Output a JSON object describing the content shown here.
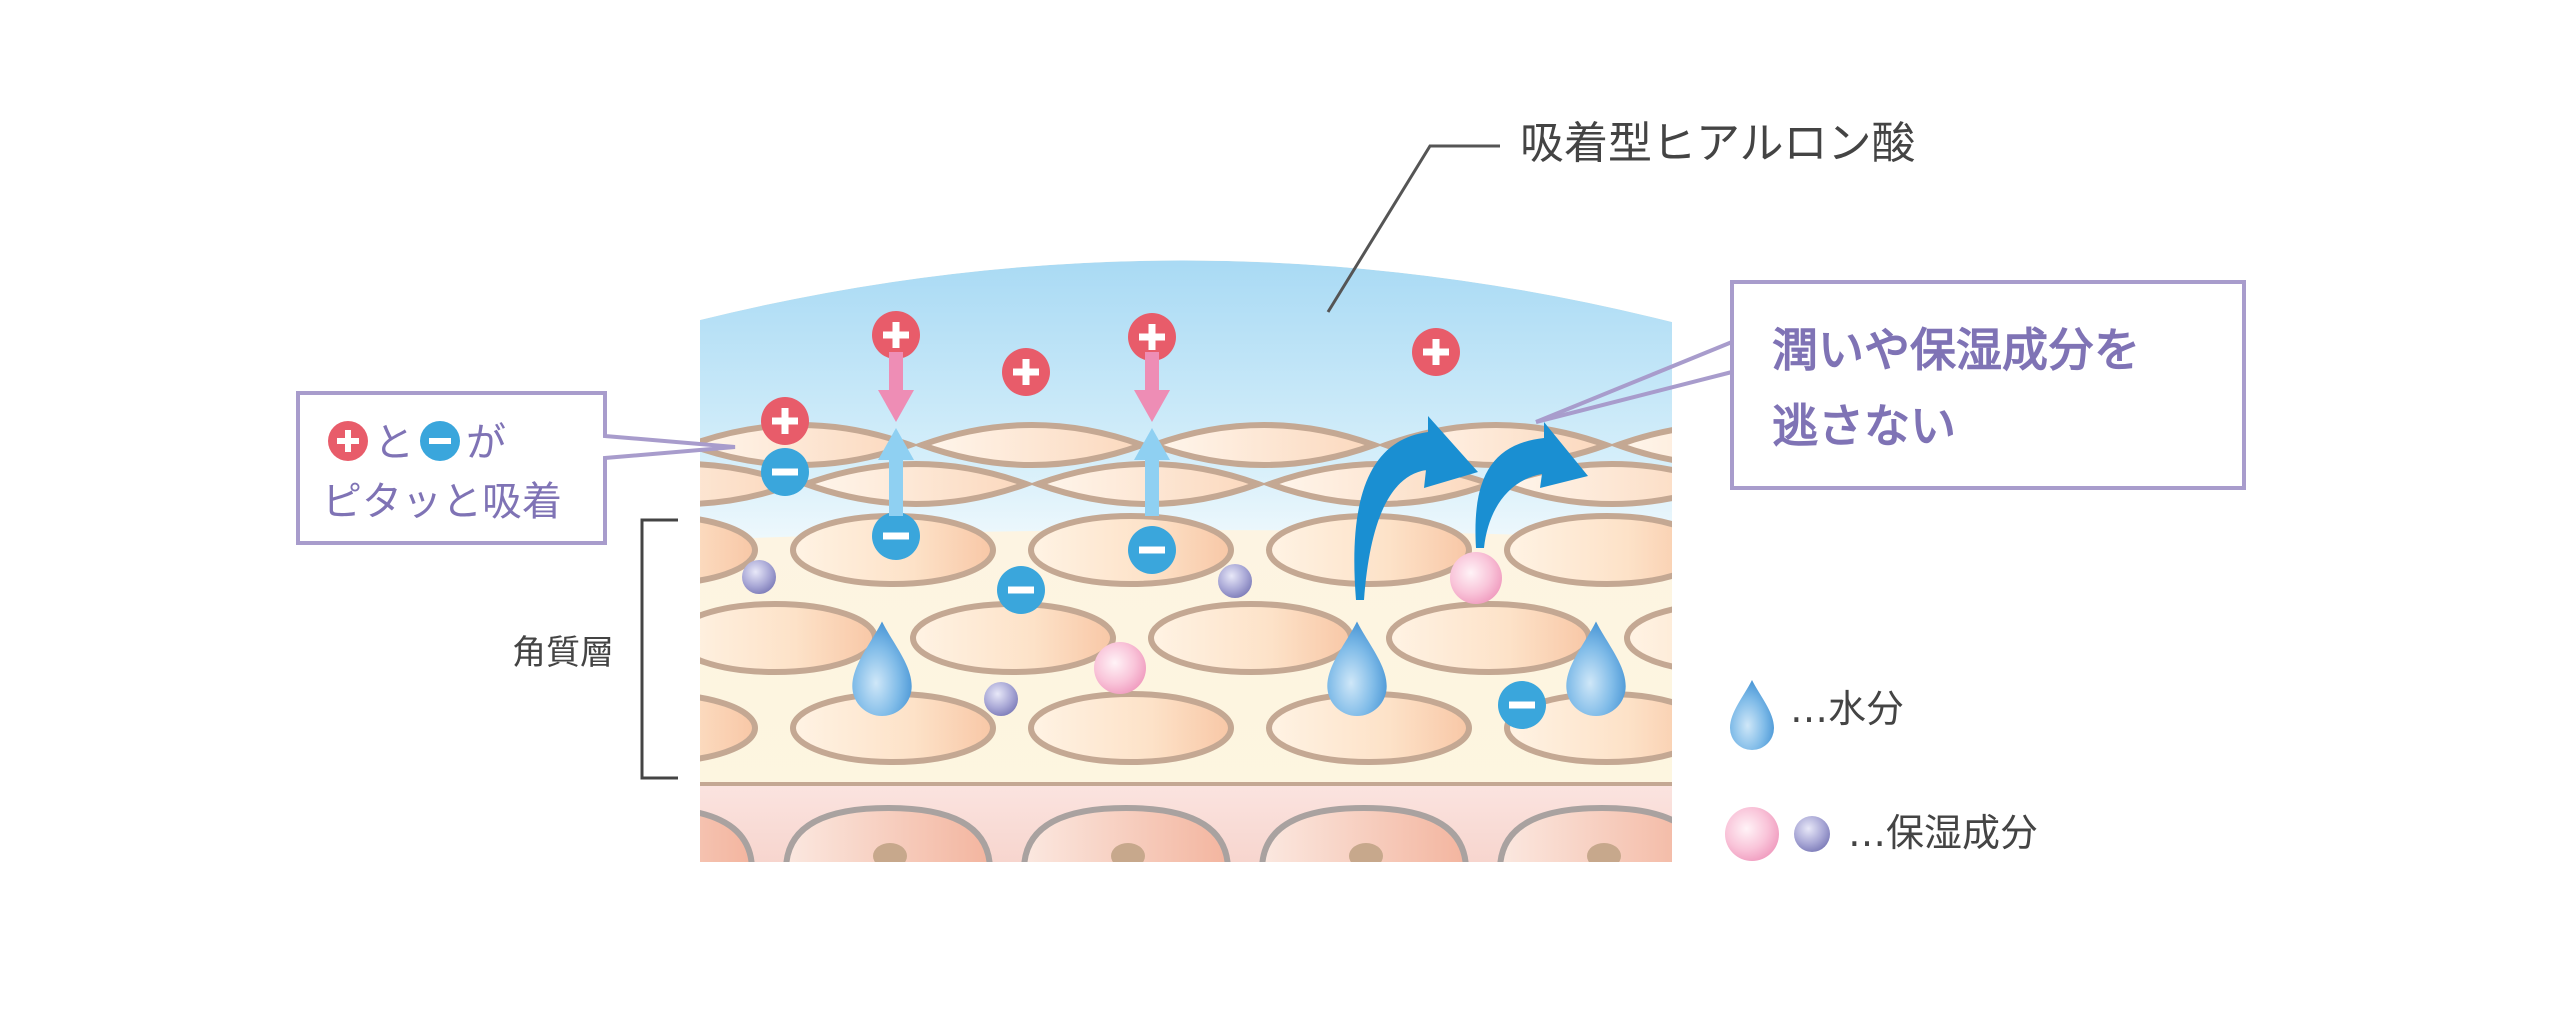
{
  "labels": {
    "hyaluronic": "吸着型ヒアルロン酸",
    "attract_mid": "と",
    "attract_end": "が",
    "attract_line2": "ピタッと吸着",
    "retain_line1": "潤いや保湿成分を",
    "retain_line2": "逃さない",
    "stratum": "角質層",
    "legend_water": "…水分",
    "legend_moist": "…保湿成分"
  },
  "icons": {
    "plus": "plus-ion-icon",
    "minus": "minus-ion-icon",
    "water": "water-drop-icon",
    "moisturizer": "moisturizer-sphere-icon"
  },
  "colors": {
    "plus": "#e85c6a",
    "minus": "#3aa6dc",
    "water": "#4f9fd8",
    "moist_pink": "#f4a9c6",
    "moist_purple": "#8e8dc4",
    "callout_border": "#a89ccc",
    "callout_text": "#7f73b5",
    "cell_border": "#c4a893",
    "arrow_blue": "#1a8fd2"
  }
}
